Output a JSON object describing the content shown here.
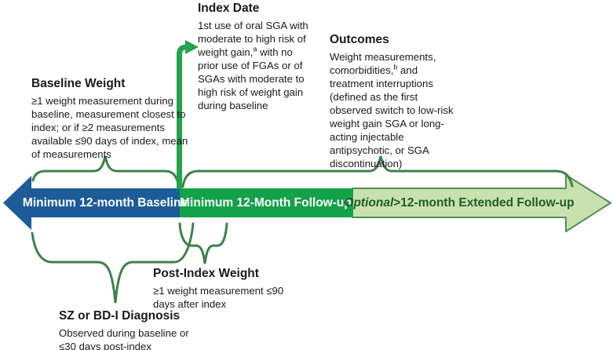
{
  "colors": {
    "blue": "#1d5c99",
    "green": "#13a24a",
    "light-green": "#c9e1ae",
    "border-green": "#4f8f58",
    "brace-green": "#3e8148",
    "arrow-green": "#22a44d",
    "dark-green-text": "#1f5c2d",
    "ink": "#1a1a1a"
  },
  "timeline": {
    "segments": [
      {
        "label": "Minimum 12-month Baseline"
      },
      {
        "label": "Minimum 12-Month Follow-up"
      },
      {
        "label_italic": "Optional",
        "label_rest": " >12-month Extended Follow-up"
      }
    ]
  },
  "annotations": {
    "baseline_weight": {
      "title": "Baseline Weight",
      "body": "≥1 weight measurement during baseline, measurement closest to index; or if ≥2 measurements available ≤90 days of index, mean of measurements"
    },
    "index_date": {
      "title": "Index Date",
      "body_1": "1st use of oral SGA with moderate to high risk of weight gain,",
      "footnote": "a",
      "body_2": " with no prior use of FGAs or of SGAs with moderate to high risk of weight gain during baseline"
    },
    "outcomes": {
      "title": "Outcomes",
      "body_1": "Weight measurements, comorbidities,",
      "footnote": "b",
      "body_2": " and treatment interruptions (defined as the first observed switch to low-risk weight gain SGA or long-acting injectable antipsychotic, or SGA discontinuation)"
    },
    "post_index_weight": {
      "title": "Post-Index Weight",
      "body": "≥1 weight measurement ≤90 days after index"
    },
    "sz_bdi_diagnosis": {
      "title": "SZ or BD-I Diagnosis",
      "body": "Observed during baseline or ≤30 days post-index"
    }
  }
}
